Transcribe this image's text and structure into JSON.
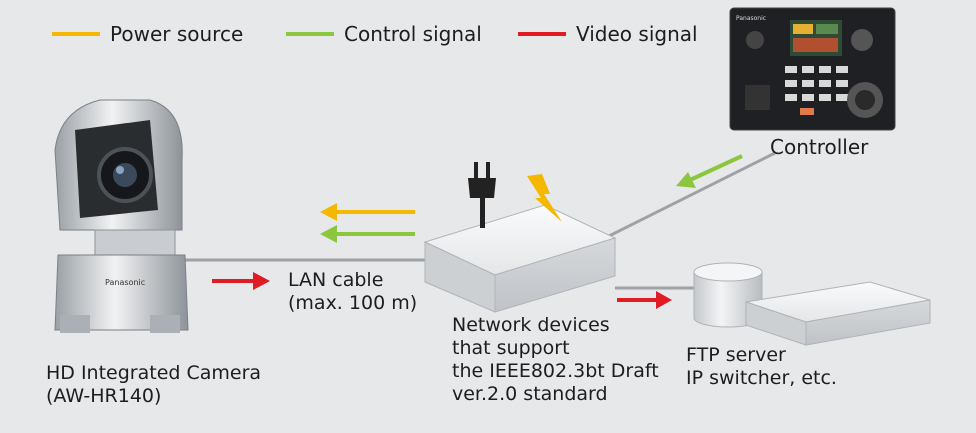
{
  "legend": [
    {
      "label": "Power source",
      "color": "#f5b800"
    },
    {
      "label": "Control signal",
      "color": "#8cc63f"
    },
    {
      "label": "Video signal",
      "color": "#e01b23"
    }
  ],
  "camera": {
    "name": "HD Integrated Camera",
    "model": "(AW-HR140)",
    "brand": "Panasonic"
  },
  "controller": {
    "label": "Controller",
    "brand": "Panasonic"
  },
  "cable": {
    "line1": "LAN cable",
    "line2": "(max. 100 m)"
  },
  "network": {
    "line1": "Network devices",
    "line2": "that support",
    "line3": "the IEEE802.3bt Draft",
    "line4": "ver.2.0 standard"
  },
  "server": {
    "line1": "FTP server",
    "line2": "IP switcher, etc."
  },
  "icons": [
    "power-plug-icon",
    "lightning-icon"
  ]
}
